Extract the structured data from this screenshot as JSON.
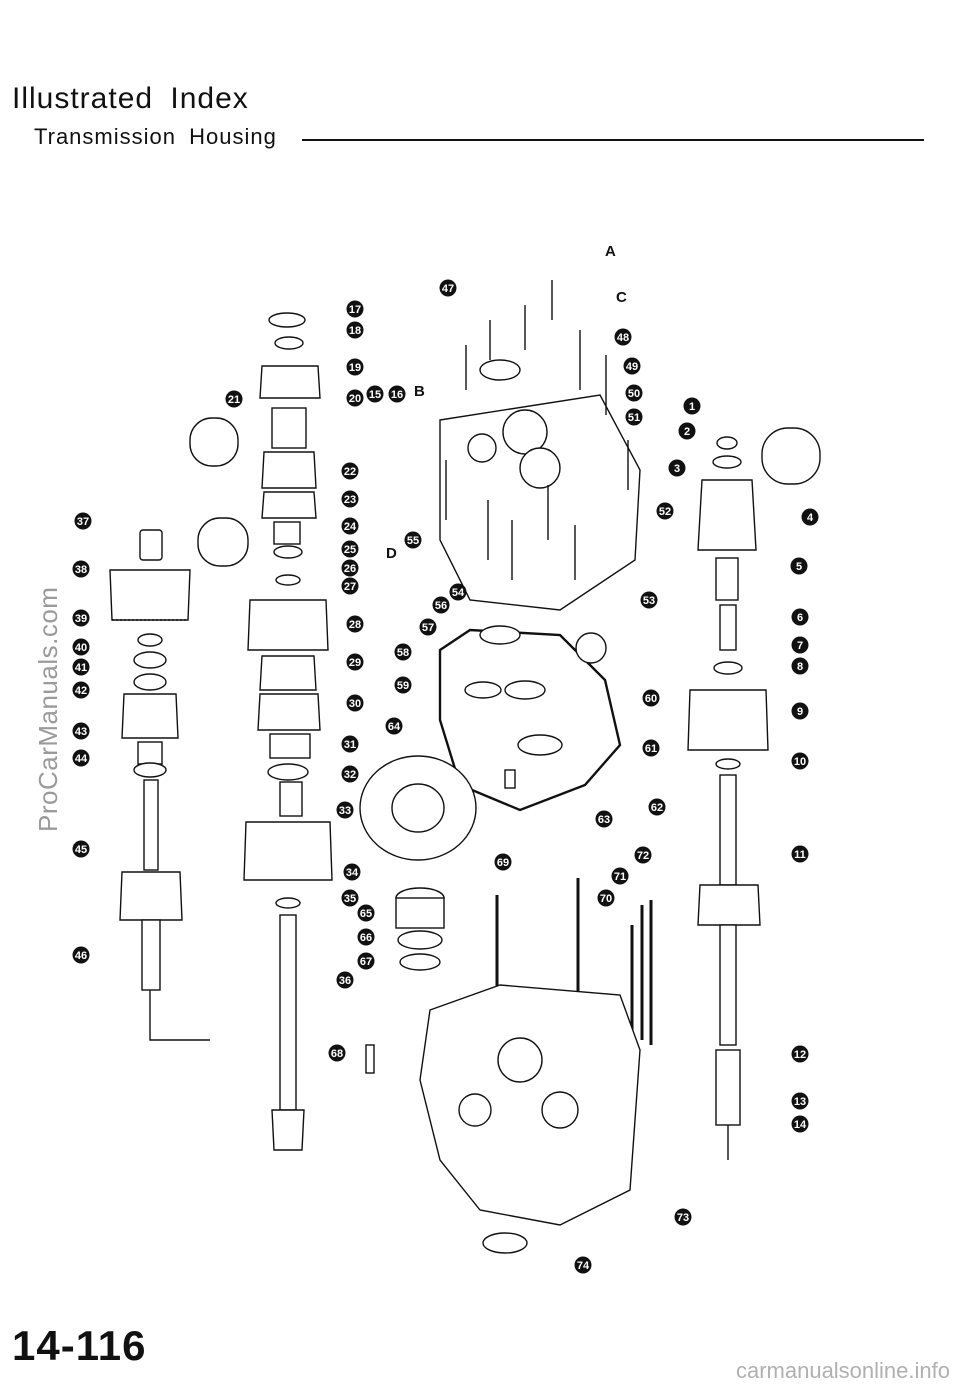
{
  "page": {
    "title": "Illustrated  Index",
    "subtitle": "Transmission  Housing",
    "watermark": "ProCarManuals.com",
    "page_number": "14-116",
    "footer": "carmanualsonline.info"
  },
  "letter_labels": [
    "A",
    "B",
    "C",
    "D"
  ],
  "callout_numbers": [
    "1",
    "2",
    "3",
    "4",
    "5",
    "6",
    "7",
    "8",
    "9",
    "10",
    "11",
    "12",
    "13",
    "14",
    "15",
    "16",
    "17",
    "18",
    "19",
    "20",
    "21",
    "22",
    "23",
    "24",
    "25",
    "26",
    "27",
    "28",
    "29",
    "30",
    "31",
    "32",
    "33",
    "34",
    "35",
    "36",
    "37",
    "38",
    "39",
    "40",
    "41",
    "42",
    "43",
    "44",
    "45",
    "46",
    "47",
    "48",
    "49",
    "50",
    "51",
    "52",
    "53",
    "54",
    "55",
    "56",
    "57",
    "58",
    "59",
    "60",
    "61",
    "62",
    "63",
    "64",
    "65",
    "66",
    "67",
    "68",
    "69",
    "70",
    "71",
    "72",
    "73",
    "74"
  ]
}
